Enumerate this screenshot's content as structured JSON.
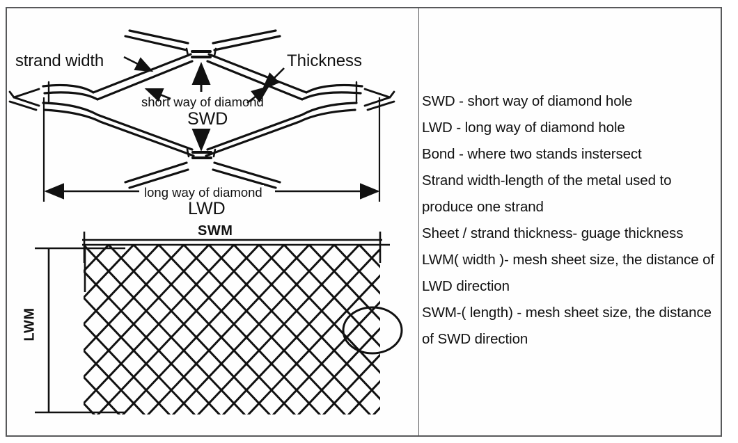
{
  "diagram": {
    "title_context": "expanded metal mesh terminology diagram",
    "detail_view_labels": {
      "strand_width": "strand width",
      "thickness": "Thickness",
      "short_way_of_diamond": "short way of diamond",
      "swd": "SWD",
      "long_way_of_diamond": "long way of diamond",
      "lwd": "LWD"
    },
    "sheet_view_labels": {
      "swm": "SWM",
      "lwm": "LWM"
    }
  },
  "legend": {
    "lines": [
      "SWD - short way of diamond hole",
      "LWD - long way of diamond hole",
      "Bond - where two stands instersect",
      "Strand width-length of the metal used to",
      "produce one strand",
      "Sheet / strand thickness- guage thickness",
      "LWM( width )- mesh sheet size, the distance of",
      " LWD direction",
      "SWM-( length) - mesh sheet size, the distance",
      "of SWD direction"
    ]
  },
  "colors": {
    "stroke": "#111111",
    "border": "#58595b",
    "background": "#ffffff"
  }
}
